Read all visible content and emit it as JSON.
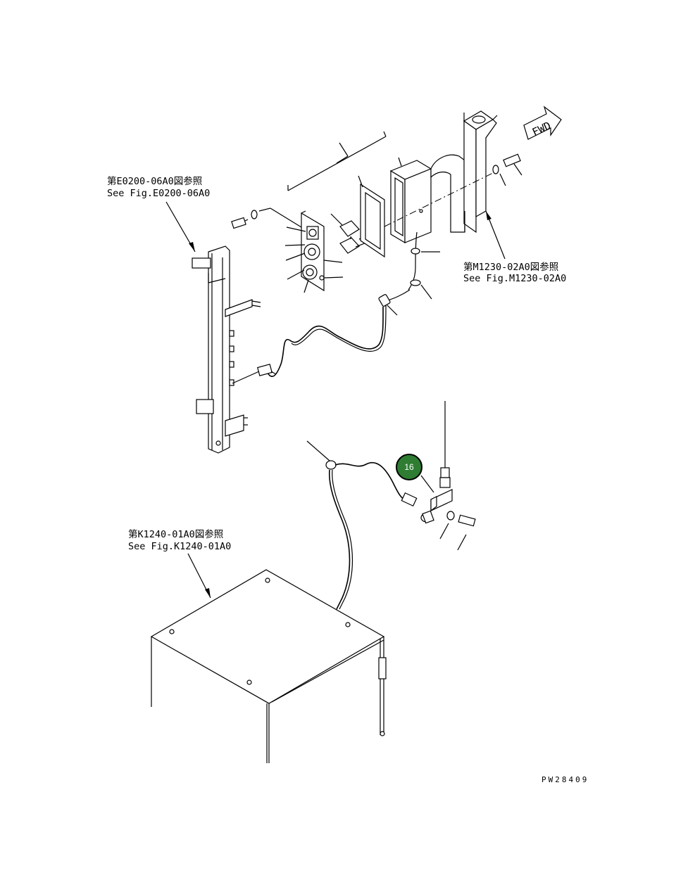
{
  "references": {
    "e0200": {
      "jp": "第E0200-06A0図参照",
      "en": "See Fig.E0200-06A0"
    },
    "m1230": {
      "jp": "第M1230-02A0図参照",
      "en": "See Fig.M1230-02A0"
    },
    "k1240": {
      "jp": "第K1240-01A0図参照",
      "en": "See Fig.K1240-01A0"
    }
  },
  "fwd_label": "FWD",
  "part_callout": {
    "number": "16",
    "color": "#2e7d32",
    "border": "#000000"
  },
  "drawing_code": "PW28409"
}
